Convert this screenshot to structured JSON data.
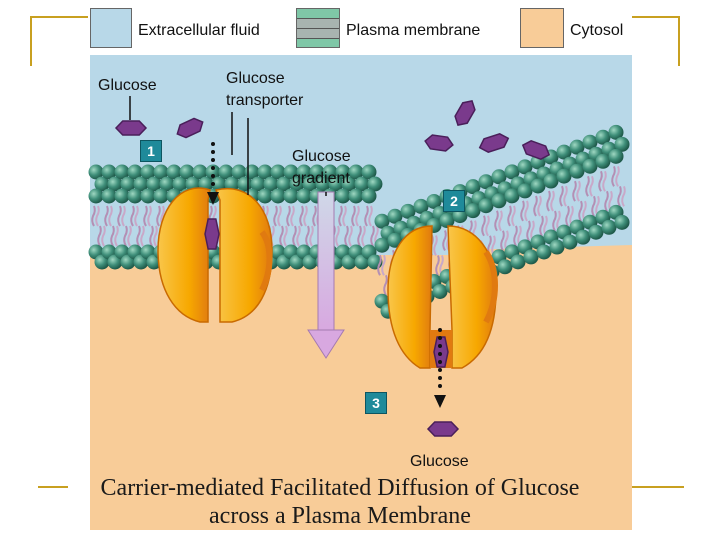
{
  "legend": {
    "extracellular": {
      "label": "Extracellular fluid",
      "color": "#b8d8e8"
    },
    "membrane": {
      "label": "Plasma membrane"
    },
    "cytosol": {
      "label": "Cytosol",
      "color": "#f8cc98"
    }
  },
  "labels": {
    "glucose_top": "Glucose",
    "transporter": [
      "Glucose",
      "transporter"
    ],
    "gradient": [
      "Glucose",
      "gradient"
    ],
    "glucose_bottom": "Glucose"
  },
  "steps": [
    "1",
    "2",
    "3"
  ],
  "title": [
    "Carrier-mediated Facilitated Diffusion of Glucose",
    "across a Plasma Membrane"
  ],
  "colors": {
    "extracellular": "#b8d8e8",
    "cytosol": "#f8cc98",
    "glucose": "#7a3a8c",
    "transporter": "#f7a800",
    "transporter_dark": "#e07a10",
    "head": "#3f8f7a",
    "tail": "#c9a8c8",
    "gradient_arrow": "#d8b0e0",
    "badge": "#1f8a9a",
    "frame": "#c8a020"
  },
  "icons": [
    "glucose-molecule-icon",
    "glucose-transporter-icon",
    "phospholipid-head-icon",
    "gradient-arrow-icon"
  ]
}
